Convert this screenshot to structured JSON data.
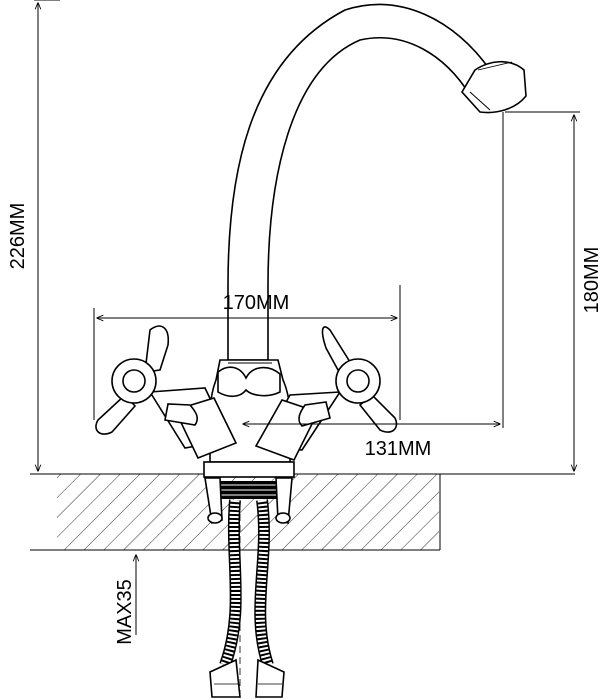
{
  "dimensions": {
    "total_height": "226MM",
    "spout_height": "180MM",
    "handle_span": "170MM",
    "spout_reach": "131MM",
    "max_thickness": "MAX35"
  },
  "colors": {
    "line": "#000000",
    "background": "#ffffff"
  }
}
